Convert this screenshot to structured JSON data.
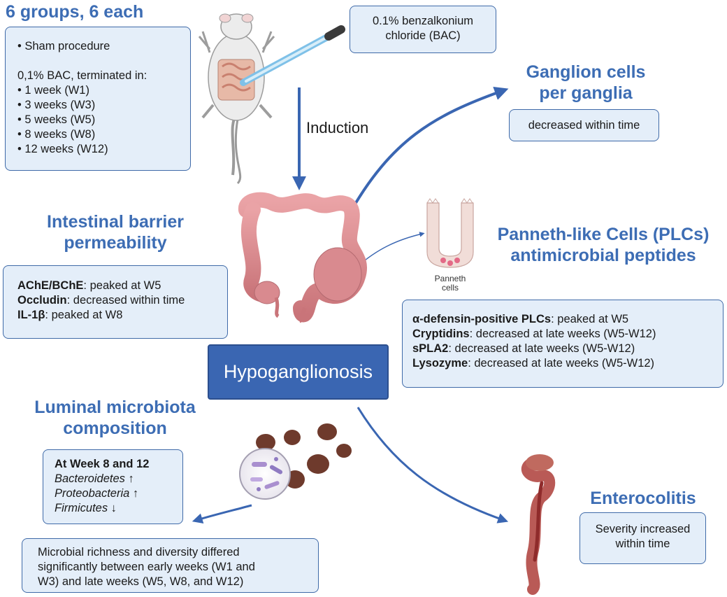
{
  "groups": {
    "title": "6 groups, 6 each",
    "sham": "• Sham procedure",
    "bac_intro": "0,1% BAC, terminated in:",
    "weeks": [
      "• 1 week (W1)",
      "• 3 weeks (W3)",
      "• 5 weeks (W5)",
      "• 8 weeks (W8)",
      "• 12 weeks (W12)"
    ]
  },
  "bac_box": {
    "line1": "0.1% benzalkonium",
    "line2": "chloride (BAC)"
  },
  "induction": "Induction",
  "ganglion": {
    "title_line1": "Ganglion cells",
    "title_line2": "per ganglia",
    "result": "decreased within time"
  },
  "barrier": {
    "title_line1": "Intestinal barrier",
    "title_line2": "permeability",
    "items": [
      {
        "key": "AChE/BChE",
        "value": ": peaked at W5"
      },
      {
        "key": "Occludin",
        "value": ": decreased within time"
      },
      {
        "key": "IL-1β",
        "value": ": peaked at W8"
      }
    ]
  },
  "panneth": {
    "title_line1": "Panneth-like Cells (PLCs)",
    "title_line2": "antimicrobial peptides",
    "cell_label_line1": "Panneth",
    "cell_label_line2": "cells",
    "items": [
      {
        "key": "α-defensin-positive PLCs",
        "value": ": peaked at W5"
      },
      {
        "key": "Cryptidins",
        "value": ": decreased at late weeks (W5-W12)"
      },
      {
        "key": "sPLA2",
        "value": ": decreased at late weeks (W5-W12)"
      },
      {
        "key": "Lysozyme",
        "value": ": decreased at late weeks (W5-W12)"
      }
    ]
  },
  "center": "Hypoganglionosis",
  "microbiota": {
    "title_line1": "Luminal microbiota",
    "title_line2": "composition",
    "header": "At Week 8 and 12",
    "taxa": [
      "Bacteroidetes",
      "Proteobacteria",
      "Firmicutes"
    ],
    "trends": [
      " ↑",
      " ↑",
      " ↓"
    ],
    "diversity_lines": [
      "Microbial richness and diversity differed",
      "significantly between early weeks (W1 and",
      "W3) and late weeks (W5, W8, and W12)"
    ]
  },
  "enterocolitis": {
    "title": "Enterocolitis",
    "line1": "Severity increased",
    "line2": "within time"
  },
  "colors": {
    "heading": "#3d6db4",
    "box_fill": "#e4eef9",
    "box_border": "#3f6aa8",
    "arrow": "#3a66b2",
    "center_fill": "#3a66b2",
    "organ": "#d98a8f"
  },
  "icons": [
    "mouse-illustration",
    "dropper-icon",
    "colon-illustration",
    "crypt-illustration",
    "feces-pellets-icon",
    "bacteria-magnifier-icon",
    "inflamed-colon-illustration"
  ]
}
